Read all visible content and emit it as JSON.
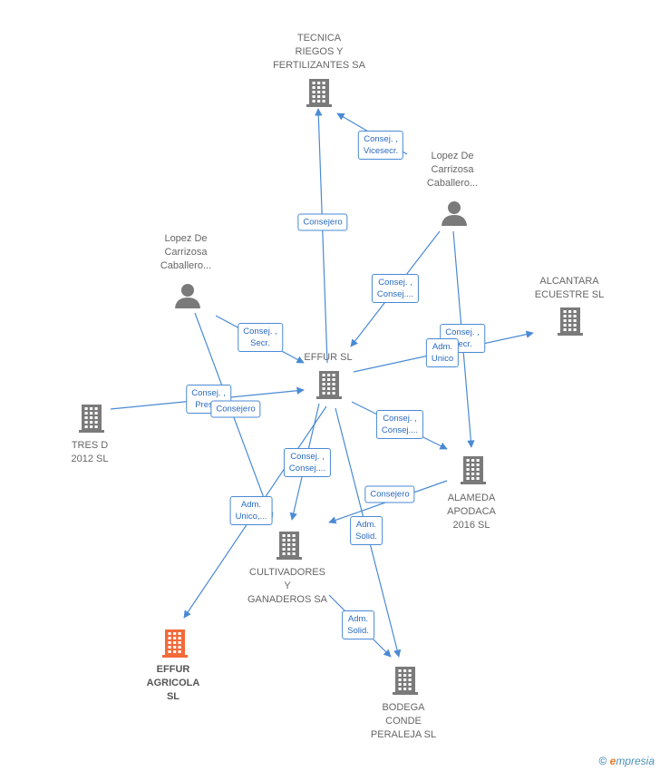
{
  "nodes": [
    {
      "id": "tecnica",
      "type": "company",
      "label": "TECNICA\nRIEGOS Y\nFERTILIZANTES SA",
      "color": "#7a7a7a"
    },
    {
      "id": "lopez1",
      "type": "person",
      "label": "Lopez De\nCarrizosa\nCaballero...",
      "color": "#7a7a7a"
    },
    {
      "id": "lopez2",
      "type": "person",
      "label": "Lopez De\nCarrizosa\nCaballero...",
      "color": "#7a7a7a"
    },
    {
      "id": "alcantara",
      "type": "company",
      "label": "ALCANTARA\nECUESTRE  SL",
      "color": "#7a7a7a"
    },
    {
      "id": "effur",
      "type": "company",
      "label": "EFFUR SL",
      "color": "#7a7a7a"
    },
    {
      "id": "tresd",
      "type": "company",
      "label": "TRES D\n2012  SL",
      "color": "#7a7a7a"
    },
    {
      "id": "alameda",
      "type": "company",
      "label": "ALAMEDA\nAPODACA\n2016  SL",
      "color": "#7a7a7a"
    },
    {
      "id": "cultivadores",
      "type": "company",
      "label": "CULTIVADORES\nY\nGANADEROS SA",
      "color": "#7a7a7a"
    },
    {
      "id": "effuragricola",
      "type": "company",
      "label": "EFFUR\nAGRICOLA\nSL",
      "color": "#f26a3a"
    },
    {
      "id": "bodega",
      "type": "company",
      "label": "BODEGA\nCONDE\nPERALEJA SL",
      "color": "#7a7a7a"
    }
  ],
  "edge_labels": [
    "Consej. ,\nVicesecr.",
    "Consejero",
    "Consej. ,\nConsej....",
    "Consej. ,\nSecr.",
    "Consej. ,\nSecr.",
    "Adm.\nUnico",
    "Consej. ,\nPresid.",
    "Consejero",
    "Consej. ,\nConsej....",
    "Consej. ,\nConsej....",
    "Consejero",
    "Adm.\nUnico,...",
    "Adm.\nSolid.",
    "Adm.\nSolid."
  ],
  "colors": {
    "edge": "#4a8ad4",
    "node": "#7a7a7a",
    "highlight": "#f26a3a"
  },
  "footer": {
    "copyright_symbol": "©",
    "brand_initial": "e",
    "brand_rest": "mpresia"
  }
}
